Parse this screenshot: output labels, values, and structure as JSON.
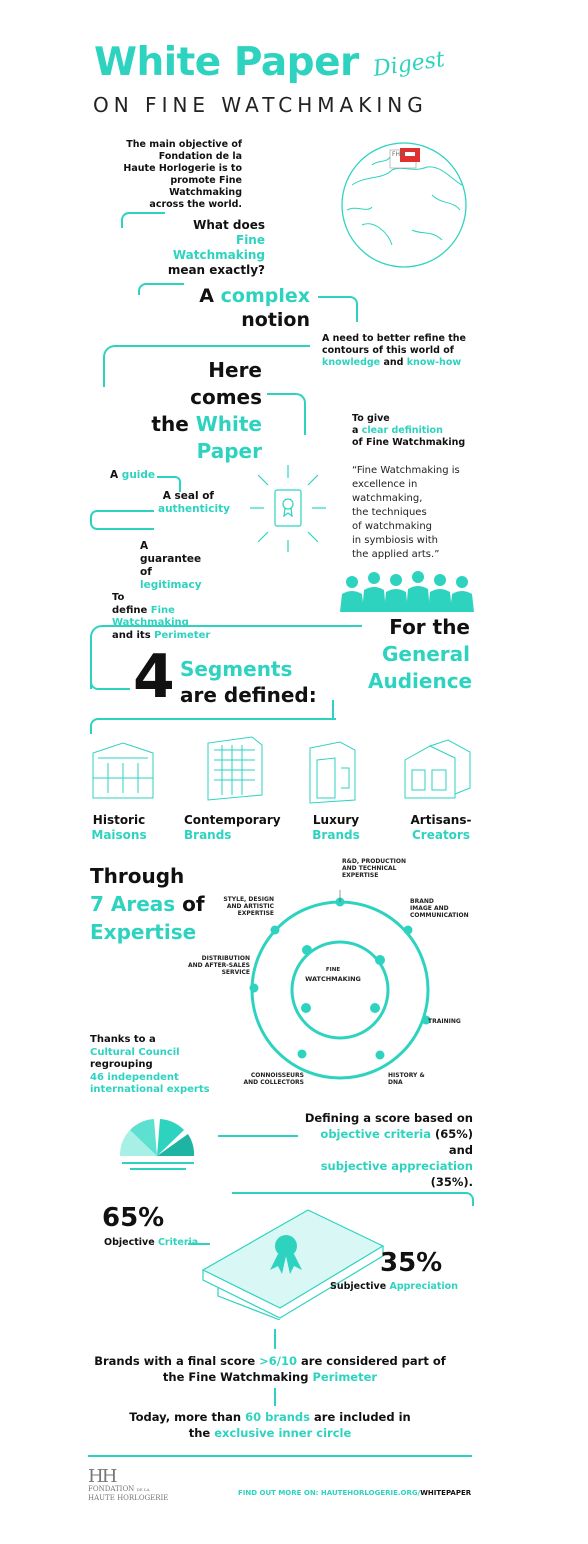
{
  "header": {
    "title": "White Paper",
    "digest": "Digest",
    "subtitle": "ON FINE WATCHMAKING"
  },
  "intro": {
    "objective_line1": "The main objective of",
    "objective_line2": "Fondation de la",
    "objective_line3": "Haute Horlogerie is to",
    "objective_line4": "promote Fine Watchmaking",
    "objective_line5": "across the world.",
    "question_a": "What does ",
    "question_b": "Fine",
    "question_c": "Watchmaking",
    "question_d": "mean exactly?",
    "complex_a": "A ",
    "complex_b": "complex",
    "complex_c": "notion",
    "need_line1": "A need to better refine the",
    "need_line2": "contours of this world of",
    "need_knowledge": "knowledge",
    "need_and": " and ",
    "need_knowhow": "know-how",
    "globe_label": "FHH"
  },
  "white_paper": {
    "line1": "Here comes",
    "line2a": "the ",
    "line2b": "White",
    "line3": "Paper",
    "to_give": "To give",
    "clear_a": "a ",
    "clear_b": "clear definition",
    "of_fine": "of Fine Watchmaking",
    "guide_a": "A ",
    "guide_b": "guide",
    "seal_a": "A seal of",
    "seal_b": "authenticity",
    "guarantee_a": "A guarantee",
    "guarantee_b": "of ",
    "guarantee_c": "legitimacy",
    "quote_lines": [
      "“Fine Watchmaking is",
      "excellence in watchmaking,",
      "the techniques",
      "of watchmaking",
      "in symbiosis with",
      "the applied arts.”"
    ]
  },
  "audience": {
    "to": "To",
    "define_a": "define ",
    "define_b": "Fine",
    "define_c": "Watchmaking",
    "define_d": "and its ",
    "define_e": "Perimeter",
    "for_the": "For the",
    "general": "General",
    "audience": "Audience"
  },
  "segments": {
    "number": "4",
    "title": "Segments",
    "subtitle": "are defined:",
    "items": [
      {
        "line1": "Historic",
        "line2": "Maisons"
      },
      {
        "line1": "Contemporary",
        "line2": "Brands"
      },
      {
        "line1": "Luxury",
        "line2": "Brands"
      },
      {
        "line1": "Artisans-",
        "line2": "Creators"
      }
    ]
  },
  "areas": {
    "through": "Through",
    "seven_areas": "7 Areas",
    "of": " of",
    "expertise": "Expertise",
    "center_a": "FINE",
    "center_b": "WATCHMAKING",
    "labels": {
      "rd": [
        "R&D, PRODUCTION",
        "AND TECHNICAL",
        "EXPERTISE"
      ],
      "style": [
        "STYLE, DESIGN",
        "AND ARTISTIC",
        "EXPERTISE"
      ],
      "brand": [
        "BRAND",
        "IMAGE AND",
        "COMMUNICATION"
      ],
      "distribution": [
        "DISTRIBUTION",
        "AND AFTER-SALES",
        "SERVICE"
      ],
      "training": [
        "TRAINING"
      ],
      "history": [
        "HISTORY &",
        "DNA"
      ],
      "connoisseurs": [
        "CONNOISSEURS",
        "AND COLLECTORS"
      ]
    },
    "thanks_a": "Thanks to a",
    "thanks_b": "Cultural Council",
    "thanks_c": "regrouping",
    "thanks_d": "46 independent",
    "thanks_e": "international experts"
  },
  "score": {
    "line1": "Defining a score based on",
    "line2a": "objective criteria",
    "line2b": " (65%) and",
    "line3": "subjective appreciation",
    "line4": "(35%).",
    "obj_pct": "65%",
    "obj_label_a": "Objective ",
    "obj_label_b": "Criteria",
    "subj_pct": "35%",
    "subj_label_a": "Subjective ",
    "subj_label_b": "Appreciation"
  },
  "conclusion": {
    "brands_a": "Brands with a final score ",
    "brands_b": ">6/10",
    "brands_c": " are considered part of",
    "brands_d": "the Fine Watchmaking ",
    "brands_e": "Perimeter",
    "today_a": "Today, more than ",
    "today_b": "60 brands",
    "today_c": " are included in",
    "today_d": "the ",
    "today_e": "exclusive inner circle"
  },
  "footer": {
    "logo_mark": "HH",
    "logo_line1": "FONDATION",
    "logo_line1b": "DE LA",
    "logo_line2": "HAUTE HORLOGERIE",
    "find_more_a": "FIND OUT MORE ON: ",
    "find_more_b": "HAUTEHORLOGERIE.ORG/",
    "find_more_c": "WHITEPAPER"
  },
  "colors": {
    "accent": "#2ed3c0",
    "text": "#111111"
  }
}
